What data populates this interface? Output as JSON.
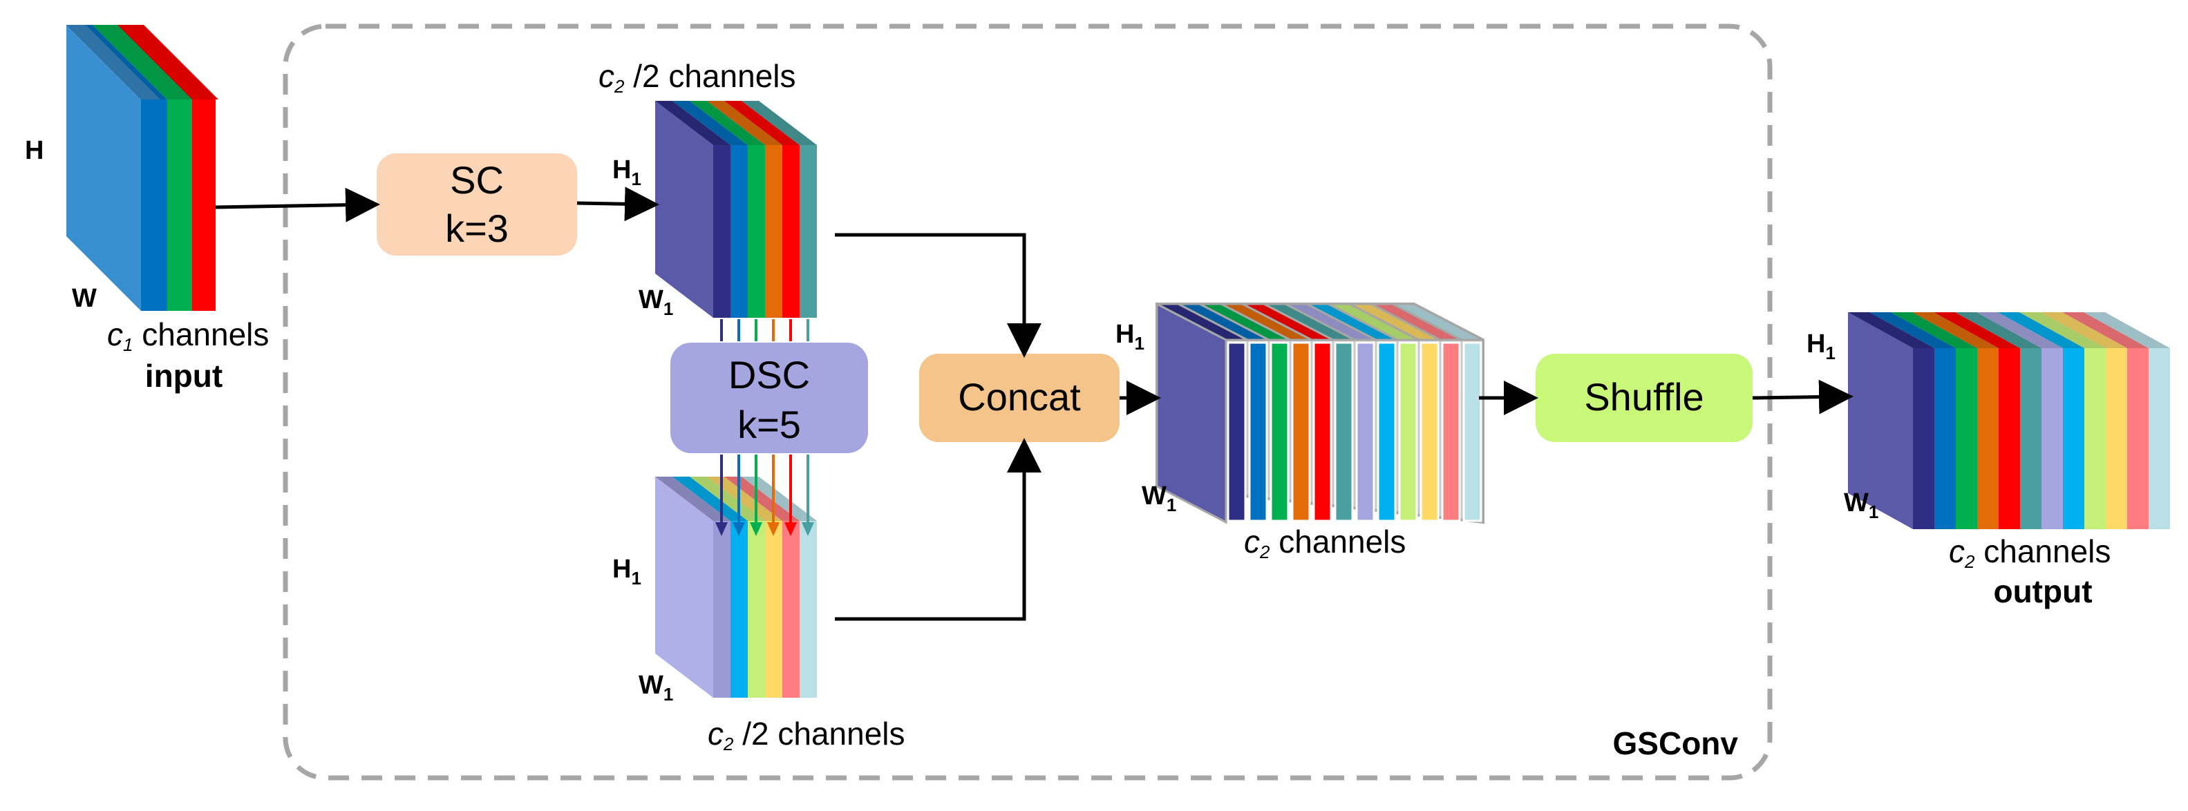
{
  "frame_label": "GSConv",
  "input": {
    "dim_h": "H",
    "dim_w": "W",
    "channels_var": "c",
    "channels_sub": "1",
    "channels_text": " channels",
    "caption": "input",
    "colors": [
      "#3a8fd0",
      "#0070c0",
      "#00b050",
      "#ff0000"
    ]
  },
  "sc_block": {
    "line1": "SC",
    "line2": "k=3",
    "color": "#fbd5b5"
  },
  "dsc_block": {
    "line1": "DSC",
    "line2": "k=5",
    "color": "#a5a5e0"
  },
  "concat_block": {
    "label": "Concat",
    "color": "#f5c48a"
  },
  "shuffle_block": {
    "label": "Shuffle",
    "color": "#c9f77a"
  },
  "sc_output": {
    "dim_h": "H",
    "dim_h_sub": "1",
    "dim_w": "W",
    "dim_w_sub": "1",
    "channels_var": "c",
    "channels_sub": "2",
    "channels_text": " /2 channels",
    "colors": [
      "#5a5aa8",
      "#2e2e85",
      "#0070c0",
      "#00b050",
      "#e36c09",
      "#ff0000",
      "#4aa0a0"
    ]
  },
  "dsc_output": {
    "dim_h": "H",
    "dim_h_sub": "1",
    "dim_w": "W",
    "dim_w_sub": "1",
    "channels_var": "c",
    "channels_sub": "2",
    "channels_text": " /2 channels",
    "colors": [
      "#b0b0e8",
      "#9a9ad6",
      "#00b0f0",
      "#c4f07a",
      "#ffd966",
      "#ff7c80",
      "#b9e0e6"
    ]
  },
  "concat_output": {
    "dim_h": "H",
    "dim_h_sub": "1",
    "dim_w": "W",
    "dim_w_sub": "1",
    "channels_var": "c",
    "channels_sub": "2",
    "channels_text": " channels",
    "colors": [
      "#5a5aa8",
      "#2e2e85",
      "#0070c0",
      "#00b050",
      "#e36c09",
      "#ff0000",
      "#4aa0a0",
      "#a5a5e0",
      "#00b0f0",
      "#c4f07a",
      "#ffd966",
      "#ff7c80",
      "#b9e0e6"
    ]
  },
  "output": {
    "dim_h": "H",
    "dim_h_sub": "1",
    "dim_w": "W",
    "dim_w_sub": "1",
    "channels_var": "c",
    "channels_sub": "2",
    "channels_text": " channels",
    "caption": "output",
    "colors": [
      "#5a5aa8",
      "#2e2e85",
      "#0070c0",
      "#00b050",
      "#e36c09",
      "#ff0000",
      "#4aa0a0",
      "#a5a5e0",
      "#00b0f0",
      "#c4f07a",
      "#ffd966",
      "#ff7c80",
      "#b9e0e6"
    ]
  }
}
